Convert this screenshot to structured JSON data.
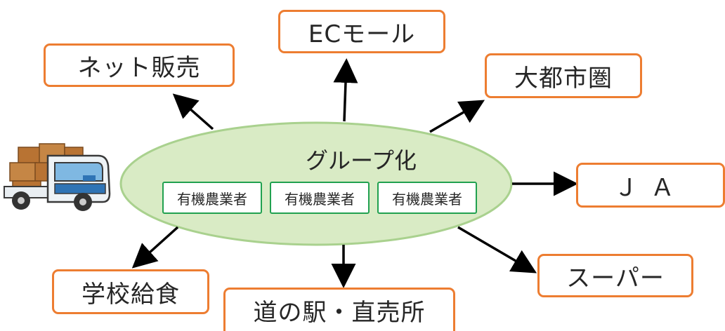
{
  "center": {
    "title": "グループ化",
    "members": [
      "有機農業者",
      "有機農業者",
      "有機農業者"
    ]
  },
  "channels": {
    "ec": "ECモール",
    "net": "ネット販売",
    "metro": "大都市圏",
    "ja": "ＪＡ",
    "super": "スーパー",
    "school": "学校給食",
    "station": "道の駅・直売所"
  },
  "colors": {
    "box_border": "#ed7d31",
    "ellipse_fill": "#d9ebc5",
    "ellipse_border": "#a9d18e",
    "member_border": "#21a150",
    "arrow": "#000000"
  },
  "icons": [
    "delivery-truck-icon"
  ]
}
